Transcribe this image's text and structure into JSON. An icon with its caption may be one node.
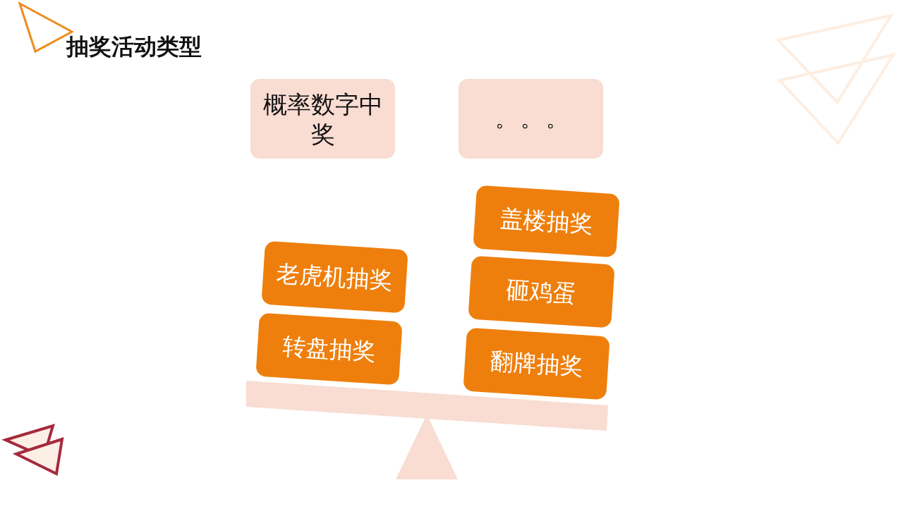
{
  "diagram": {
    "title": "抽奖活动类型",
    "nodes": [
      {
        "text": [
          "概率数字中奖"
        ]
      },
      {
        "text": [
          "。。。"
        ]
      },
      {
        "text": [
          "盖楼抽奖"
        ]
      },
      {
        "text": [
          "老虎机抽奖"
        ]
      },
      {
        "text": [
          "砸鸡蛋"
        ]
      },
      {
        "text": [
          "转盘抽奖"
        ]
      },
      {
        "text": [
          "翻牌抽奖"
        ]
      }
    ]
  }
}
